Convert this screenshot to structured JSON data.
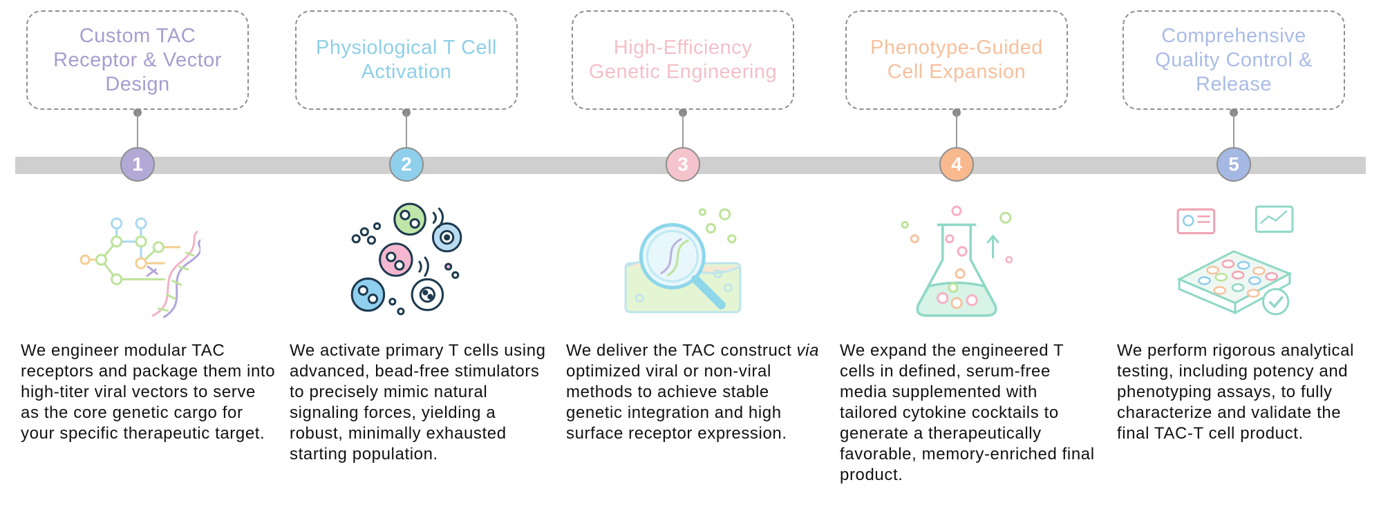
{
  "steps": [
    {
      "number": "1",
      "title": "Custom TAC Receptor & Vector Design",
      "title_color": "#a79ccf",
      "circle_color": "#b3a9d6",
      "illustration_icon": "dna-molecular-network-icon",
      "description": "We engineer modular TAC receptors and package them into high-titer viral vectors to serve as the core genetic cargo for your specific therapeutic target."
    },
    {
      "number": "2",
      "title": "Physiological T Cell Activation",
      "title_color": "#8ecfe6",
      "circle_color": "#8ed0ec",
      "illustration_icon": "t-cell-activation-icon",
      "description": "We activate primary T cells using advanced, bead-free stimulators to precisely mimic natural signaling forces, yielding a robust, minimally exhausted starting population."
    },
    {
      "number": "3",
      "title": "High-Efficiency Genetic Engineering",
      "title_color": "#f4bfc8",
      "circle_color": "#f5c3cb",
      "illustration_icon": "magnifier-dna-icon",
      "description_parts": {
        "before": "We deliver the TAC construct ",
        "italic": "via",
        "after": " optimized viral or non-viral methods to achieve stable genetic integration and high surface receptor expression."
      }
    },
    {
      "number": "4",
      "title": "Phenotype-Guided Cell Expansion",
      "title_color": "#f6c09c",
      "circle_color": "#f8b98f",
      "illustration_icon": "flask-cell-expansion-icon",
      "description": "We expand the engineered T cells in defined, serum-free media supplemented with tailored cytokine cocktails to generate a therapeutically favorable, memory-enriched final product."
    },
    {
      "number": "5",
      "title": "Comprehensive Quality Control & Release",
      "title_color": "#a9bce6",
      "circle_color": "#a5b8e3",
      "illustration_icon": "qc-plate-checkmark-icon",
      "description": "We perform rigorous analytical testing, including potency and phenotyping assays, to fully characterize and validate the final TAC-T cell product."
    }
  ]
}
